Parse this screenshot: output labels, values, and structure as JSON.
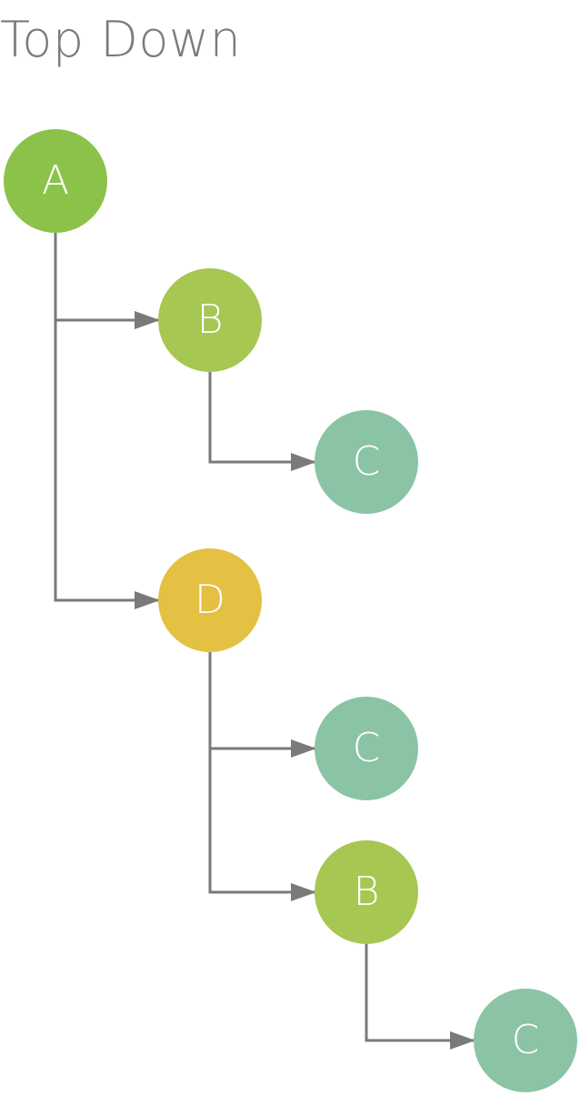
{
  "title": "Top Down",
  "colors": {
    "connector": "#7a7a7a",
    "background": "#ffffff"
  },
  "nodes": [
    {
      "id": "n1",
      "label": "A",
      "color": "#8bc34a"
    },
    {
      "id": "n2",
      "label": "B",
      "color": "#a6c752"
    },
    {
      "id": "n3",
      "label": "C",
      "color": "#8ac4a5"
    },
    {
      "id": "n4",
      "label": "D",
      "color": "#e4c043"
    },
    {
      "id": "n5",
      "label": "C",
      "color": "#8ac4a5"
    },
    {
      "id": "n6",
      "label": "B",
      "color": "#a6c752"
    },
    {
      "id": "n7",
      "label": "C",
      "color": "#8ac4a5"
    }
  ],
  "edges": [
    {
      "from": "n1",
      "to": "n2"
    },
    {
      "from": "n2",
      "to": "n3"
    },
    {
      "from": "n1",
      "to": "n4"
    },
    {
      "from": "n4",
      "to": "n5"
    },
    {
      "from": "n4",
      "to": "n6"
    },
    {
      "from": "n6",
      "to": "n7"
    }
  ]
}
